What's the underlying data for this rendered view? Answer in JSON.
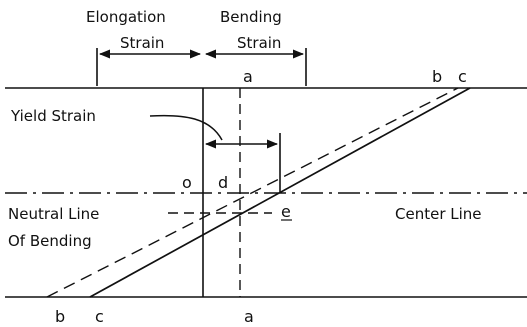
{
  "labels": {
    "elongation_line1": "Elongation",
    "elongation_line2": "Strain",
    "bending_line1": "Bending",
    "bending_line2": "Strain",
    "yield_strain": "Yield Strain",
    "neutral_line1": "Neutral Line",
    "neutral_line2": "Of Bending",
    "center_line": "Center Line"
  },
  "points": {
    "a_top": "a",
    "b_top": "b",
    "c_top": "c",
    "o": "o",
    "d": "d",
    "e": "e",
    "b_bottom": "b",
    "c_bottom": "c",
    "a_bottom": "a"
  },
  "colors": {
    "ink": "#111111",
    "background": "#ffffff"
  }
}
